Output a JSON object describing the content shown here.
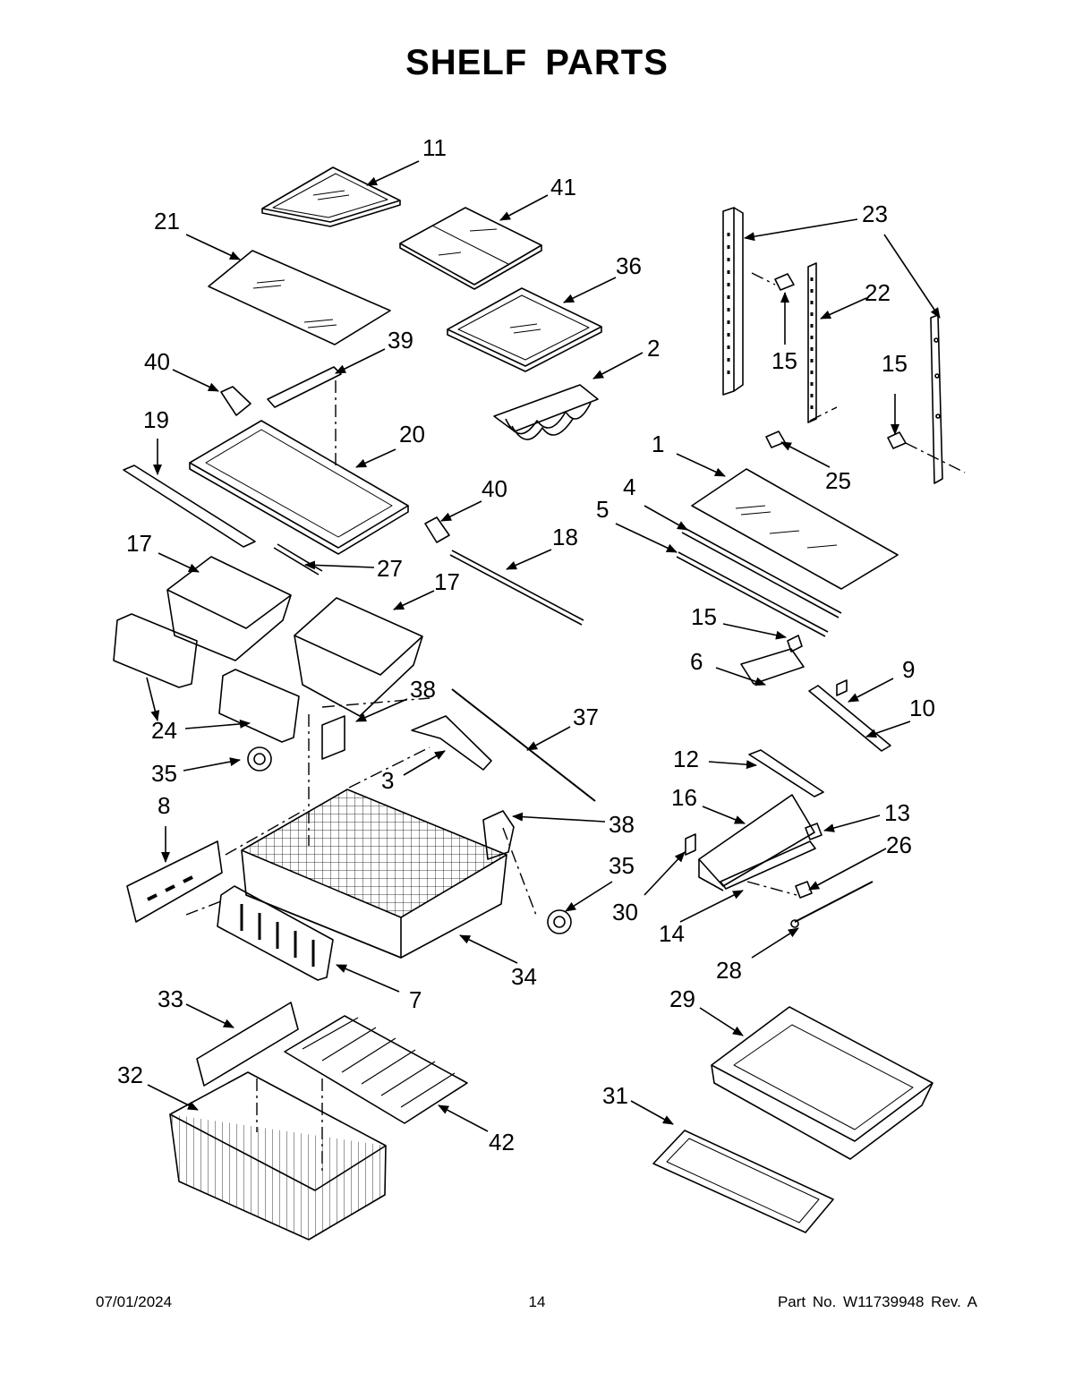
{
  "title": "SHELF PARTS",
  "footer": {
    "date": "07/01/2024",
    "page_number": "14",
    "part_number": "Part No.  W11739948  Rev.  A"
  },
  "callouts": [
    {
      "id": "c1",
      "text": "11"
    },
    {
      "id": "c2",
      "text": "41"
    },
    {
      "id": "c3",
      "text": "21"
    },
    {
      "id": "c4",
      "text": "36"
    },
    {
      "id": "c5",
      "text": "23"
    },
    {
      "id": "c6",
      "text": "22"
    },
    {
      "id": "c7",
      "text": "15"
    },
    {
      "id": "c8",
      "text": "15"
    },
    {
      "id": "c9",
      "text": "39"
    },
    {
      "id": "c10",
      "text": "40"
    },
    {
      "id": "c11",
      "text": "2"
    },
    {
      "id": "c12",
      "text": "19"
    },
    {
      "id": "c13",
      "text": "20"
    },
    {
      "id": "c14",
      "text": "1"
    },
    {
      "id": "c15",
      "text": "25"
    },
    {
      "id": "c16",
      "text": "40"
    },
    {
      "id": "c17",
      "text": "4"
    },
    {
      "id": "c18",
      "text": "5"
    },
    {
      "id": "c19",
      "text": "17"
    },
    {
      "id": "c20",
      "text": "18"
    },
    {
      "id": "c21",
      "text": "27"
    },
    {
      "id": "c22",
      "text": "17"
    },
    {
      "id": "c23",
      "text": "15"
    },
    {
      "id": "c24",
      "text": "6"
    },
    {
      "id": "c25",
      "text": "9"
    },
    {
      "id": "c26",
      "text": "38"
    },
    {
      "id": "c27",
      "text": "10"
    },
    {
      "id": "c28",
      "text": "37"
    },
    {
      "id": "c29",
      "text": "24"
    },
    {
      "id": "c30",
      "text": "12"
    },
    {
      "id": "c31",
      "text": "35"
    },
    {
      "id": "c32",
      "text": "3"
    },
    {
      "id": "c33",
      "text": "16"
    },
    {
      "id": "c34",
      "text": "8"
    },
    {
      "id": "c35",
      "text": "38"
    },
    {
      "id": "c36",
      "text": "13"
    },
    {
      "id": "c37",
      "text": "26"
    },
    {
      "id": "c38",
      "text": "35"
    },
    {
      "id": "c39",
      "text": "30"
    },
    {
      "id": "c40",
      "text": "14"
    },
    {
      "id": "c41",
      "text": "34"
    },
    {
      "id": "c42",
      "text": "28"
    },
    {
      "id": "c43",
      "text": "7"
    },
    {
      "id": "c44",
      "text": "33"
    },
    {
      "id": "c45",
      "text": "29"
    },
    {
      "id": "c46",
      "text": "32"
    },
    {
      "id": "c47",
      "text": "31"
    },
    {
      "id": "c48",
      "text": "42"
    }
  ]
}
